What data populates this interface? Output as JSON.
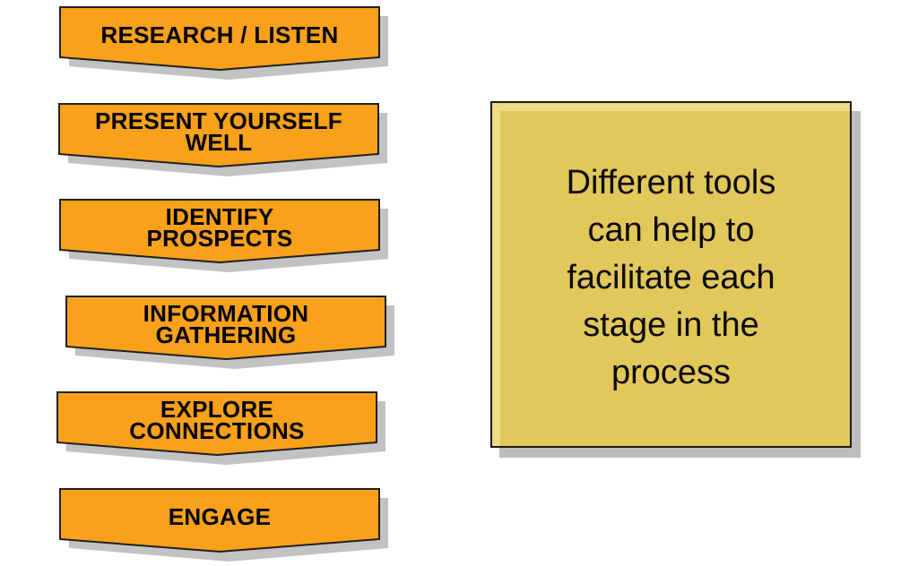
{
  "colors": {
    "background": "#FFFFFF",
    "banner_fill": "#F9A11B",
    "banner_border": "#1F1F1F",
    "banner_shadow": "#C2C2C2",
    "panel_fill": "#E2C75A",
    "panel_highlight": "#EEDB85",
    "panel_border": "#1F1A05",
    "panel_shadow": "#BDBDBD",
    "text": "#000000"
  },
  "stages": [
    {
      "label": "RESEARCH / LISTEN",
      "lines": [
        "RESEARCH / LISTEN"
      ]
    },
    {
      "label": "PRESENT YOURSELF WELL",
      "lines": [
        "PRESENT YOURSELF",
        "WELL"
      ]
    },
    {
      "label": "IDENTIFY PROSPECTS",
      "lines": [
        "IDENTIFY",
        "PROSPECTS"
      ]
    },
    {
      "label": "INFORMATION GATHERING",
      "lines": [
        "INFORMATION",
        "GATHERING"
      ]
    },
    {
      "label": "EXPLORE CONNECTIONS",
      "lines": [
        "EXPLORE",
        "CONNECTIONS"
      ]
    },
    {
      "label": "ENGAGE",
      "lines": [
        "ENGAGE"
      ]
    }
  ],
  "note_panel": {
    "text": "Different tools can help to facilitate each stage in the process",
    "lines": [
      "Different tools",
      "can help to",
      "facilitate each",
      "stage in the",
      "process"
    ]
  }
}
